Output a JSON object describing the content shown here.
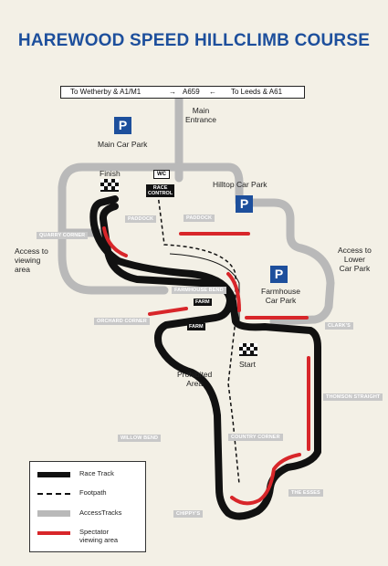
{
  "title": "HAREWOOD SPEED HILLCLIMB COURSE",
  "road": {
    "left": "To Wetherby & A1/M1",
    "middle": "A659",
    "right": "To Leeds & A61"
  },
  "labels": {
    "main_entrance": "Main\nEntrance",
    "main_car_park": "Main Car Park",
    "hilltop_car_park": "Hilltop Car Park",
    "farmhouse_car_park": "Farmhouse\nCar Park",
    "access_viewing": "Access to\nviewing\narea",
    "access_lower": "Access to\nLower\nCar Park",
    "finish": "Finish",
    "start": "Start",
    "prohibited": "Prohibited\nArea"
  },
  "parking_symbol": "P",
  "wc": "WC",
  "race_control": "RACE\nCONTROL",
  "farm": "FARM",
  "corner_tags": {
    "paddock1": "PADDOCK",
    "paddock2": "PADDOCK",
    "quarry": "QUARRY CORNER",
    "farmhouse_bend": "FARMHOUSE BEND",
    "orchard": "ORCHARD CORNER",
    "clarks": "CLARK'S",
    "thomson": "THOMSON STRAIGHT",
    "willow": "WILLOW BEND",
    "country": "COUNTRY CORNER",
    "esses": "THE ESSES",
    "chippys": "CHIPPY'S"
  },
  "legend": {
    "race_track": "Race Track",
    "footpath": "Footpath",
    "access_tracks": "AccessTracks",
    "spectator": "Spectator\nviewing area"
  },
  "colors": {
    "title": "#1d4f9c",
    "parking": "#1d4f9c",
    "track": "#111111",
    "access": "#b9b9b9",
    "spectator": "#d8262a",
    "background": "#f3f0e6"
  }
}
